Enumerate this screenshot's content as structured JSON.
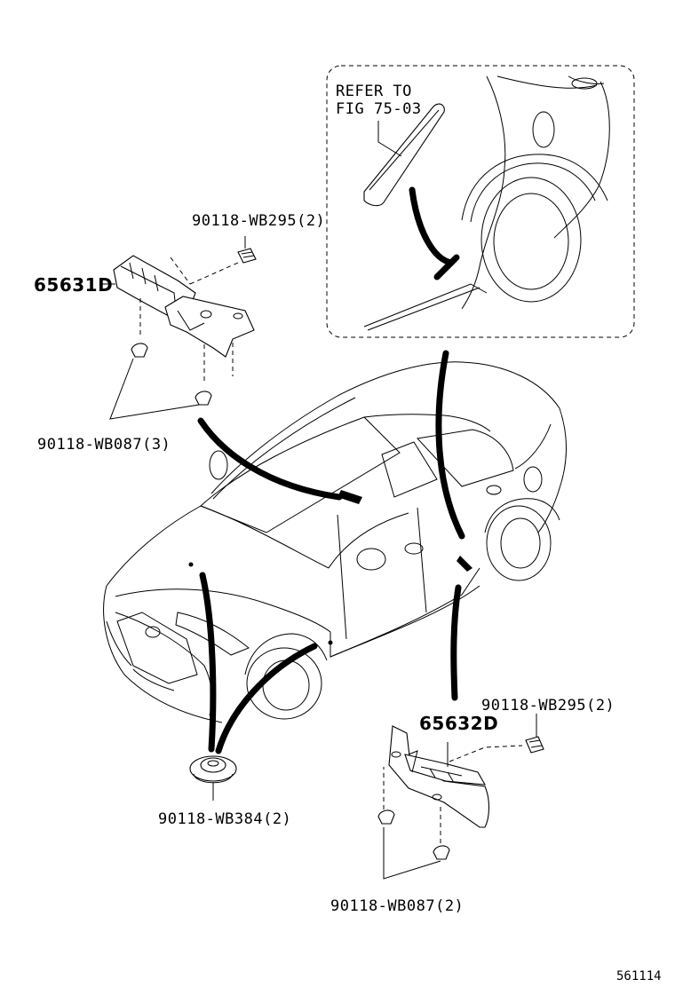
{
  "inset": {
    "refer_line1": "REFER TO",
    "refer_line2": "FIG 75-03"
  },
  "parts": {
    "bracket_left": "65631D",
    "bracket_right": "65632D",
    "clip_top_left": "90118-WB295(2)",
    "clip_left_lower": "90118-WB087(3)",
    "grommet": "90118-WB384(2)",
    "clip_top_right": "90118-WB295(2)",
    "clip_right_lower": "90118-WB087(2)"
  },
  "figure_number": "561114"
}
